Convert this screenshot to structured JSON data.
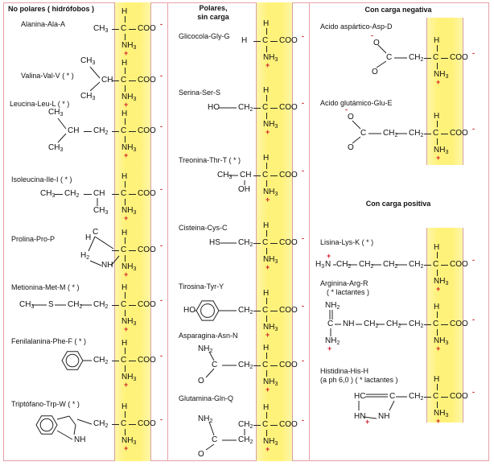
{
  "headers": {
    "nonpolar": "No polares ( hidrófobos )",
    "polar_line1": "Polares,",
    "polar_line2": "sin carga",
    "negative": "Con carga negativa",
    "positive": "Con carga positiva"
  },
  "labels": {
    "ala": "Alanina-Ala-A",
    "val": "Valina-Val-V ( * )",
    "leu": "Leucina-Leu-L ( * )",
    "ile": "Isoleucina-Ile-I ( * )",
    "pro": "Prolina-Pro-P",
    "met": "Metionina-Met-M ( * )",
    "phe": "Fenilalanina-Phe-F ( * )",
    "trp": "Triptófano-Trp-W ( * )",
    "gly": "Glicocola-Gly-G",
    "ser": "Serina-Ser-S",
    "thr": "Treonina-Thr-T ( * )",
    "cys": "Cisteina-Cys-C",
    "tyr": "Tirosina-Tyr-Y",
    "asn": "Asparagina-Asn-N",
    "gln": "Glutamina-Gln-Q",
    "asp": "Acido aspártico-Asp-D",
    "glu": "Acido glutámico-Glu-E",
    "lys": "Lisina-Lys-K ( * )",
    "arg": "Arginina-Arg-R",
    "arg_note": "( * lactantes )",
    "his": "Histidina-His-H",
    "his_note": "(a ph 6,0 ) ( * lactantes )"
  },
  "atoms": {
    "H": "H",
    "C": "C",
    "CH": "CH",
    "CH2": "CH",
    "CH3": "CH",
    "NH": "NH",
    "NH2": "NH",
    "NH3": "NH",
    "N": "N",
    "HN": "HN",
    "HC": "HC",
    "HO": "HO",
    "HS": "HS",
    "OH": "OH",
    "S": "S",
    "O": "O",
    "COO": "COO",
    "sub2": "2",
    "sub3": "3",
    "plus": "+",
    "minus": "-"
  }
}
